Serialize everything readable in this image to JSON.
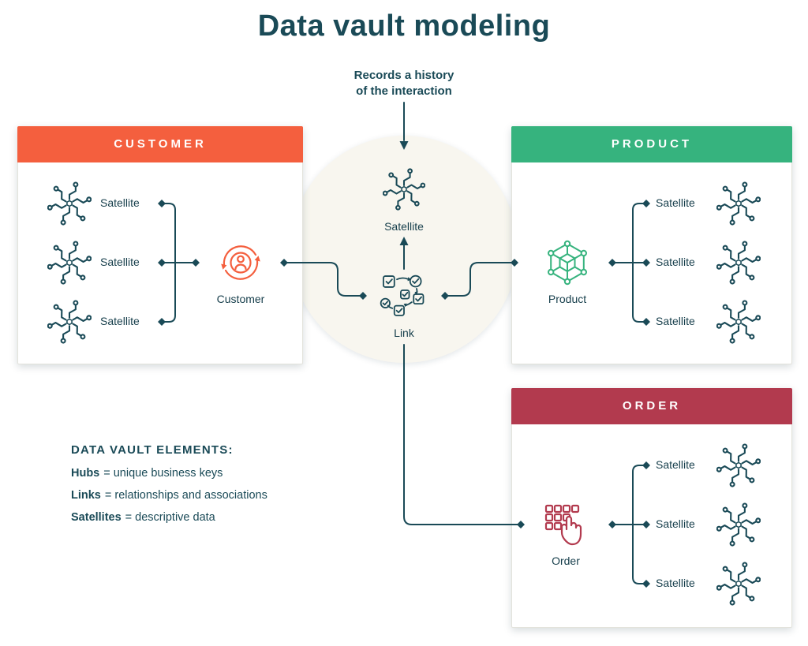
{
  "title": "Data vault modeling",
  "annotation": {
    "line1": "Records a history",
    "line2": "of the interaction"
  },
  "center": {
    "satellite_label": "Satellite",
    "link_label": "Link"
  },
  "cards": {
    "customer": {
      "header": "CUSTOMER",
      "hub_label": "Customer",
      "satellites": [
        "Satellite",
        "Satellite",
        "Satellite"
      ]
    },
    "product": {
      "header": "PRODUCT",
      "hub_label": "Product",
      "satellites": [
        "Satellite",
        "Satellite",
        "Satellite"
      ]
    },
    "order": {
      "header": "ORDER",
      "hub_label": "Order",
      "satellites": [
        "Satellite",
        "Satellite",
        "Satellite"
      ]
    }
  },
  "legend": {
    "title": "DATA VAULT ELEMENTS:",
    "items": [
      {
        "term": "Hubs",
        "rest": "= unique business keys"
      },
      {
        "term": "Links",
        "rest": "= relationships and associations"
      },
      {
        "term": "Satellites",
        "rest": "= descriptive data"
      }
    ]
  },
  "colors": {
    "ink": "#1A4A57",
    "orange": "#F45F3E",
    "green": "#36B37E",
    "red": "#B23A4E",
    "circle-bg": "#F8F6EF",
    "card-border": "#E3E3DC"
  }
}
